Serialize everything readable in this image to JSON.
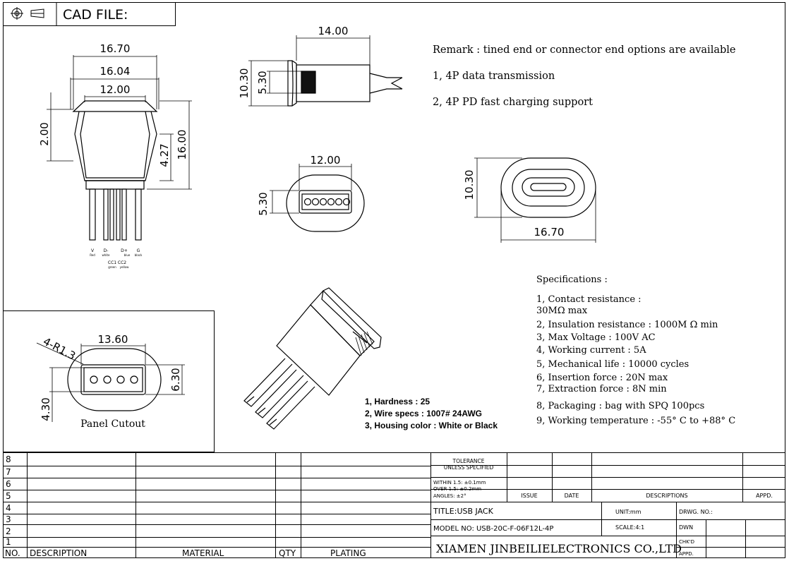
{
  "header": {
    "symbol": "⌖",
    "label": "CAD FILE:"
  },
  "dims": {
    "side_w1": "16.70",
    "side_w2": "16.04",
    "side_w3": "12.00",
    "side_left": "2.00",
    "side_h1": "4.27",
    "side_h2": "16.00",
    "top_len": "14.00",
    "top_h1": "10.30",
    "top_h2": "5.30",
    "front_w": "12.00",
    "front_h": "5.30",
    "rear_h": "10.30",
    "rear_w": "16.70",
    "panel_w": "13.60",
    "panel_r": "4-R1.3",
    "panel_h1": "6.30",
    "panel_h2": "4.30"
  },
  "pins": [
    {
      "name": "V",
      "color": "Red"
    },
    {
      "name": "D-",
      "color": "white"
    },
    {
      "name": "D+",
      "color": "blue"
    },
    {
      "name": "G",
      "color": "black"
    }
  ],
  "pins_cc": [
    {
      "name": "CC1",
      "color": "green"
    },
    {
      "name": "CC2",
      "color": "yellow"
    }
  ],
  "remarks": [
    "Remark : tined end or connector end options are available",
    "1, 4P data transmission",
    "2, 4P PD fast charging support"
  ],
  "specs_title": "Specifications :",
  "specs": [
    "1, Contact resistance :",
    "30MΩ  max",
    "2, Insulation resistance : 1000M  Ω  min",
    "3, Max Voltage : 100V AC",
    "4, Working current : 5A",
    "5, Mechanical life : 10000 cycles",
    "6, Insertion force : 20N max",
    "7, Extraction force : 8N min",
    "8, Packaging : bag with SPQ 100pcs",
    "9, Working temperature : -55° C to +88° C"
  ],
  "notes": [
    "1, Hardness : 25",
    "2, Wire specs : 1007# 24AWG",
    "3, Housing color : White or Black"
  ],
  "panel_caption": "Panel Cutout",
  "revision_rows": [
    "8",
    "7",
    "6",
    "5",
    "4",
    "3",
    "2",
    "1"
  ],
  "bom_headers": {
    "no": "NO.",
    "description": "DESCRIPTION",
    "material": "MATERIAL",
    "qty": "QTY",
    "plating": "PLATING"
  },
  "tolerance": {
    "title1": "TOLERANCE",
    "title2": "UNLESS SPECIFIED",
    "line1": "WITHIN 1.5: ±0.1mm",
    "line2": "OVER 1.5:  ±0.2mm",
    "line3": "ANGLES: ±2°"
  },
  "rev_headers": {
    "issue": "ISSUE",
    "date": "DATE",
    "descriptions": "DESCRIPTIONS",
    "appd": "APPD."
  },
  "title_block": {
    "title": "TITLE:USB JACK",
    "model": "MODEL NO: USB-20C-F-06F12L-4P",
    "company": "XIAMEN JINBEILIELECTRONICS CO.,LTD",
    "unit": "UNIT:mm",
    "scale": "SCALE:4:1",
    "drwg_no": "DRWG. NO.:",
    "dwn": "DWN",
    "chkd": "CHK'D",
    "appd": "APPD."
  }
}
